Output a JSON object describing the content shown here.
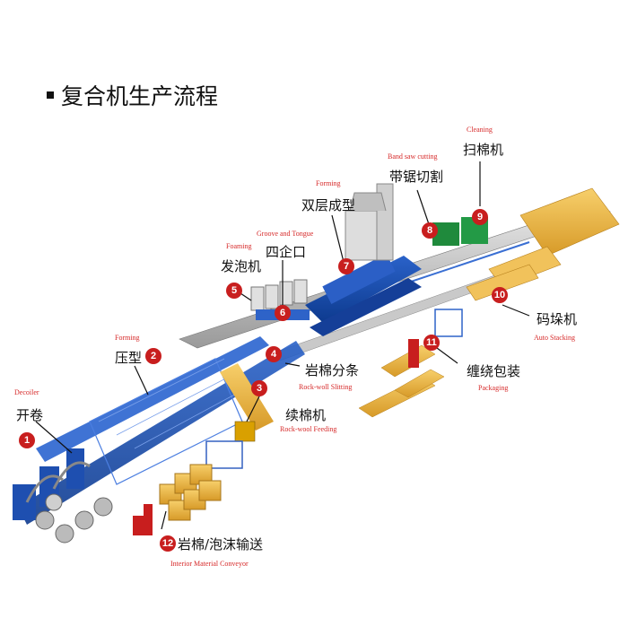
{
  "title": "复合机生产流程",
  "steps": [
    {
      "num": "1",
      "cn": "开卷",
      "en": "Decoiler"
    },
    {
      "num": "2",
      "cn": "压型",
      "en": "Forming"
    },
    {
      "num": "3",
      "cn": "续棉机",
      "en": "Rock-wool Feeding"
    },
    {
      "num": "4",
      "cn": "岩棉分条",
      "en": "Rock-woll Slitting"
    },
    {
      "num": "5",
      "cn": "发泡机",
      "en": "Foaming"
    },
    {
      "num": "6",
      "cn": "四企口",
      "en": "Groove and Tongue"
    },
    {
      "num": "7",
      "cn": "双层成型",
      "en": "Forming"
    },
    {
      "num": "8",
      "cn": "带锯切割",
      "en": "Band saw cutting"
    },
    {
      "num": "9",
      "cn": "扫棉机",
      "en": "Cleaning"
    },
    {
      "num": "10",
      "cn": "码垛机",
      "en": "Auto Stacking"
    },
    {
      "num": "11",
      "cn": "缠绕包装",
      "en": "Packaging"
    },
    {
      "num": "12",
      "cn": "岩棉/泡沫输送",
      "en": "Interior Material Conveyor"
    }
  ]
}
